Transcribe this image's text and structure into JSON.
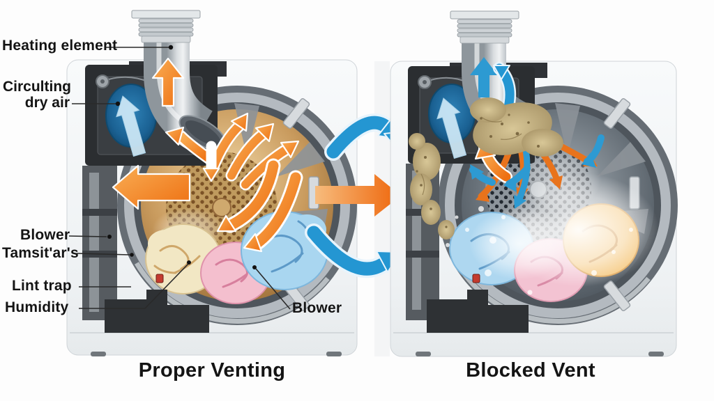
{
  "diagram": {
    "left_panel": {
      "title": "Proper Venting"
    },
    "right_panel": {
      "title": "Blocked Vent"
    },
    "labels": {
      "heating_element": "Heating element",
      "circulating_line1": "Circulting",
      "circulating_line2": "dry air",
      "blower_left": "Blower",
      "thermistors": "Tamsit'ar's",
      "lint_trap": "Lint trap",
      "humidity": "Humidity",
      "blower_bottom": "Blower"
    },
    "colors": {
      "hot_air": "#ee7012",
      "cool_air": "#2496d2",
      "humid_air": "#cfe9f7",
      "lint": "#c7b383",
      "panel": "#eef1f3",
      "label_text": "#141414"
    }
  }
}
